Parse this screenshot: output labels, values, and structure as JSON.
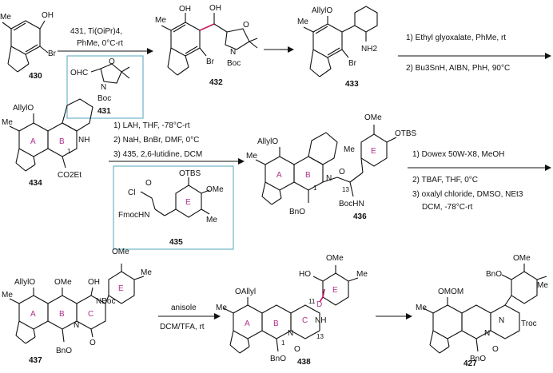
{
  "compounds": {
    "c430": "430",
    "c431": "431",
    "c432": "432",
    "c433": "433",
    "c434": "434",
    "c435": "435",
    "c436": "436",
    "c437": "437",
    "c438": "438",
    "c427": "427"
  },
  "steps": {
    "s1_line1": "431, Ti(OiPr)4,",
    "s1_line2": "PhMe, 0°C-rt",
    "s3_line1": "1) Ethyl glyoxalate, PhMe, rt",
    "s3_line2": "2) Bu3SnH, AIBN, PhH, 90°C",
    "s4_line1": "1) LAH, THF, -78°C-rt",
    "s4_line2": "2) NaH, BnBr, DMF, 0°C",
    "s4_line3": "3) 435, 2,6-lutidine, DCM",
    "s5_line1": "1) Dowex 50W-X8, MeOH",
    "s5_line2": "2) TBAF, THF, 0°C",
    "s5_line3": "3) oxalyl chloride, DMSO, NEt3",
    "s5_line4": "DCM, -78°C-rt",
    "s6_line1": "anisole",
    "s6_line2": "DCM/TFA, rt"
  },
  "labels": {
    "me": "Me",
    "oh": "OH",
    "br": "Br",
    "ohc": "OHC",
    "boc": "Boc",
    "n": "N",
    "allylo": "AllylO",
    "nh2": "NH2",
    "co2et": "CO2Et",
    "ome": "OMe",
    "otbs": "OTBS",
    "cl": "Cl",
    "fmochn": "FmocHN",
    "o": "O",
    "bno": "BnO",
    "bochn": "BocHN",
    "nboc": "NBoc",
    "oallyl": "OAllyl",
    "nh": "NH",
    "omom": "OMOM",
    "troc": "Troc",
    "ho": "HO",
    "nh_amine": "H",
    "num1": "1",
    "num11": "11",
    "num13": "13"
  },
  "rings": {
    "a": "A",
    "b": "B",
    "c": "C",
    "d": "D",
    "e": "E"
  },
  "colors": {
    "ring_label": "#b0308b",
    "highlight_bond": "#c2185b",
    "box": "#6fb5c8"
  }
}
